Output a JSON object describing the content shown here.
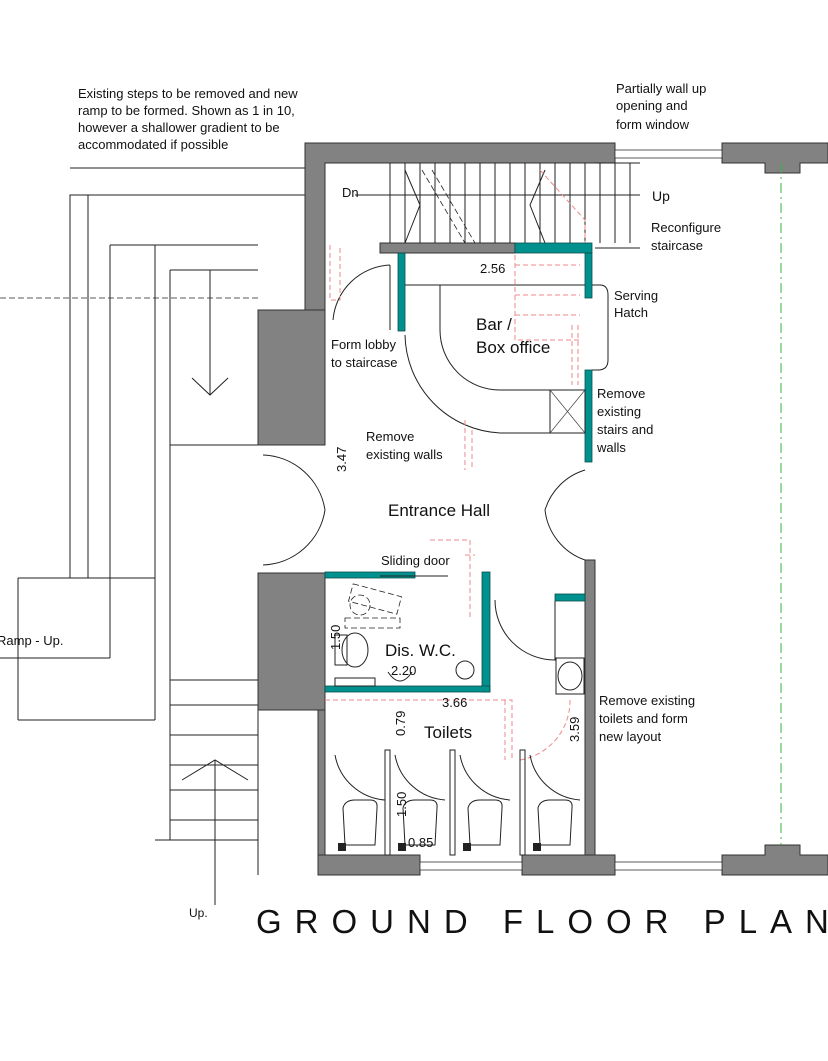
{
  "notes": {
    "ramp_note": [
      "Existing steps to be removed and new",
      "ramp to be formed. Shown as 1 in 10,",
      "however a shallower gradient to be",
      "accommodated if possible"
    ],
    "window_note": [
      "Partially wall up",
      "opening and",
      "form window"
    ],
    "reconfigure_staircase": [
      "Reconfigure",
      "staircase"
    ],
    "serving_hatch": [
      "Serving",
      "Hatch"
    ],
    "form_lobby": [
      "Form lobby",
      "to staircase"
    ],
    "remove_stairs_walls": [
      "Remove",
      "existing",
      "stairs and",
      "walls"
    ],
    "remove_walls": [
      "Remove",
      "existing walls"
    ],
    "sliding_door": "Sliding door",
    "remove_toilets": [
      "Remove existing",
      "toilets and form",
      "new layout"
    ]
  },
  "labels": {
    "dn": "Dn",
    "up": "Up",
    "ramp_up": "Ramp - Up.",
    "up_bottom": "Up."
  },
  "rooms": {
    "bar": [
      "Bar /",
      "Box office"
    ],
    "entrance_hall": "Entrance Hall",
    "dis_wc": "Dis. W.C.",
    "toilets": "Toilets"
  },
  "dimensions": {
    "bar_width": "2.56",
    "hall_depth": "3.47",
    "wc_depth": "1.50",
    "wc_width": "2.20",
    "toilets_width": "3.66",
    "toilets_gap": "0.79",
    "toilets_depth": "3.59",
    "cubicle_depth": "1.50",
    "cubicle_width": "0.85"
  },
  "title": "GROUND FLOOR PLAN",
  "colors": {
    "new_wall": "#00918f",
    "existing_wall": "#828282",
    "demolished": "#ee8a8a",
    "boundary": "#3cb043"
  }
}
